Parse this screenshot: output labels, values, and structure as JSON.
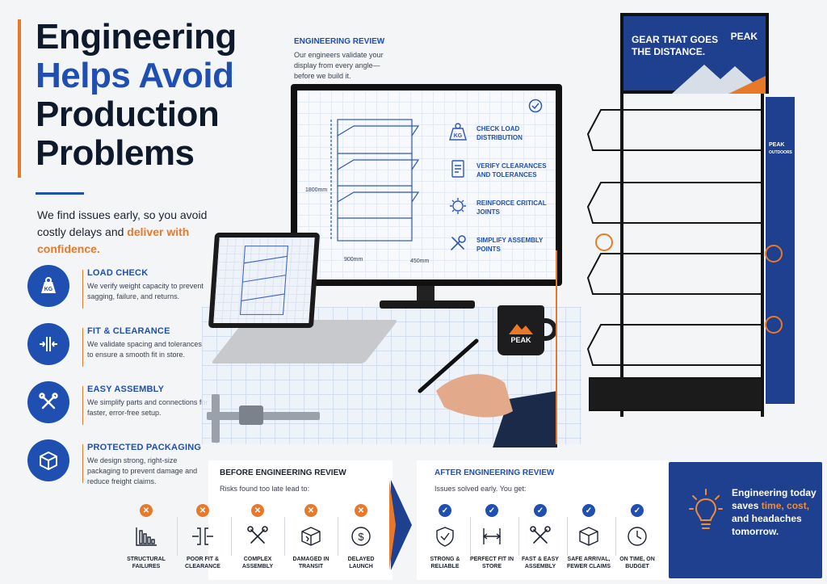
{
  "hero": {
    "title_line1": "Engineering",
    "title_line2": "Helps Avoid",
    "title_line3": "Production",
    "title_line4": "Problems",
    "subtitle_part1": "We find issues early, so you avoid costly delays and ",
    "subtitle_highlight": "deliver with confidence."
  },
  "features": [
    {
      "title": "LOAD CHECK",
      "desc": "We verify weight capacity to prevent sagging, failure, and returns.",
      "icon": "kg-weight-icon"
    },
    {
      "title": "FIT & CLEARANCE",
      "desc": "We validate spacing and tolerances to ensure a smooth fit in store.",
      "icon": "clearance-icon"
    },
    {
      "title": "EASY ASSEMBLY",
      "desc": "We simplify parts and connections for faster, error-free setup.",
      "icon": "tools-icon"
    },
    {
      "title": "PROTECTED PACKAGING",
      "desc": "We design strong, right-size packaging to prevent damage and reduce freight claims.",
      "icon": "box-icon"
    }
  ],
  "review": {
    "title": "ENGINEERING REVIEW",
    "desc": "Our engineers validate your display from every angle—before we build it."
  },
  "monitor": {
    "checks": [
      {
        "label": "CHECK LOAD DISTRIBUTION",
        "icon": "kg-weight-icon"
      },
      {
        "label": "VERIFY CLEARANCES AND TOLERANCES",
        "icon": "checklist-icon"
      },
      {
        "label": "REINFORCE CRITICAL JOINTS",
        "icon": "joint-icon"
      },
      {
        "label": "SIMPLIFY ASSEMBLY POINTS",
        "icon": "wrench-icon"
      }
    ],
    "dim_height": "1800mm",
    "dim_width": "900mm",
    "dim_depth": "450mm"
  },
  "mug": {
    "brand": "PEAK"
  },
  "rack": {
    "sign_text": "GEAR THAT GOES THE DISTANCE.",
    "brand": "PEAK",
    "brand_sub": "OUTDOORS"
  },
  "before": {
    "title": "BEFORE ENGINEERING REVIEW",
    "subtitle": "Risks found too late lead to:",
    "items": [
      {
        "label": "STRUCTURAL FAILURES",
        "icon": "bars-down-icon"
      },
      {
        "label": "POOR FIT & CLEARANCE",
        "icon": "misfit-icon"
      },
      {
        "label": "COMPLEX ASSEMBLY",
        "icon": "tools-icon"
      },
      {
        "label": "DAMAGED IN TRANSIT",
        "icon": "damaged-box-icon"
      },
      {
        "label": "DELAYED LAUNCH",
        "icon": "dollar-icon"
      }
    ]
  },
  "after": {
    "title": "AFTER ENGINEERING REVIEW",
    "subtitle": "Issues solved early. You get:",
    "items": [
      {
        "label": "STRONG & RELIABLE",
        "icon": "shield-check-icon"
      },
      {
        "label": "PERFECT FIT IN STORE",
        "icon": "fit-icon"
      },
      {
        "label": "FAST & EASY ASSEMBLY",
        "icon": "tools-icon"
      },
      {
        "label": "SAFE ARRIVAL, FEWER CLAIMS",
        "icon": "box-icon"
      },
      {
        "label": "ON TIME, ON BUDGET",
        "icon": "clock-icon"
      }
    ]
  },
  "cta": {
    "part1": "Engineering today saves ",
    "hl1": "time, cost,",
    "part2": " and headaches tomorrow."
  },
  "colors": {
    "brand_blue": "#1f4fb0",
    "navy": "#1f3f8f",
    "orange": "#e8792b",
    "bad": "#e8792b",
    "good": "#1f4fb0"
  }
}
